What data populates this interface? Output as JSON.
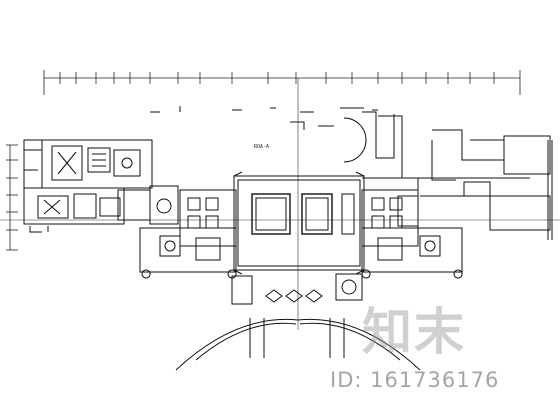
{
  "watermark": {
    "brand": "知末",
    "id_text": "ID: 161736176"
  },
  "plan": {
    "room_label": "ROA-A",
    "line_color": "#1a1a1a",
    "axis_color": "#333333"
  }
}
